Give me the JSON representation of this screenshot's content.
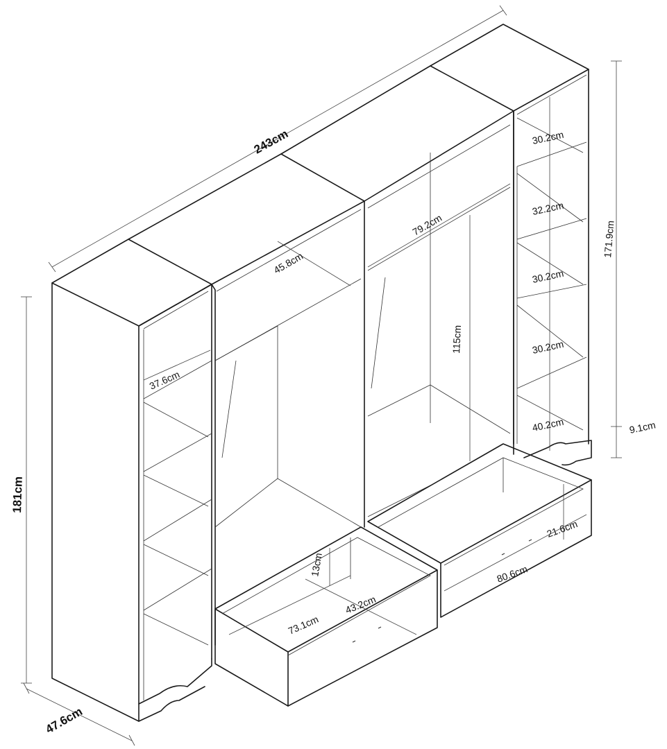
{
  "dimensions": {
    "total_width": "243cm",
    "total_height": "181cm",
    "depth": "47.6cm",
    "right_unit_height": "171.9cm",
    "plinth_height": "9.1cm",
    "left_shelf_depth": "37.6cm",
    "top_compartment_width": "45.8cm",
    "rail_width": "79.2cm",
    "hanging_height": "115cm",
    "shelf_1": "30.2cm",
    "shelf_2": "32.2cm",
    "shelf_3": "30.2cm",
    "shelf_4": "30.2cm",
    "shelf_5": "40.2cm",
    "drawer_left_height": "13cm",
    "drawer_left_width": "73.1cm",
    "drawer_left_depth": "43.2cm",
    "drawer_right_height": "21.6cm",
    "drawer_right_width": "80.6cm"
  }
}
